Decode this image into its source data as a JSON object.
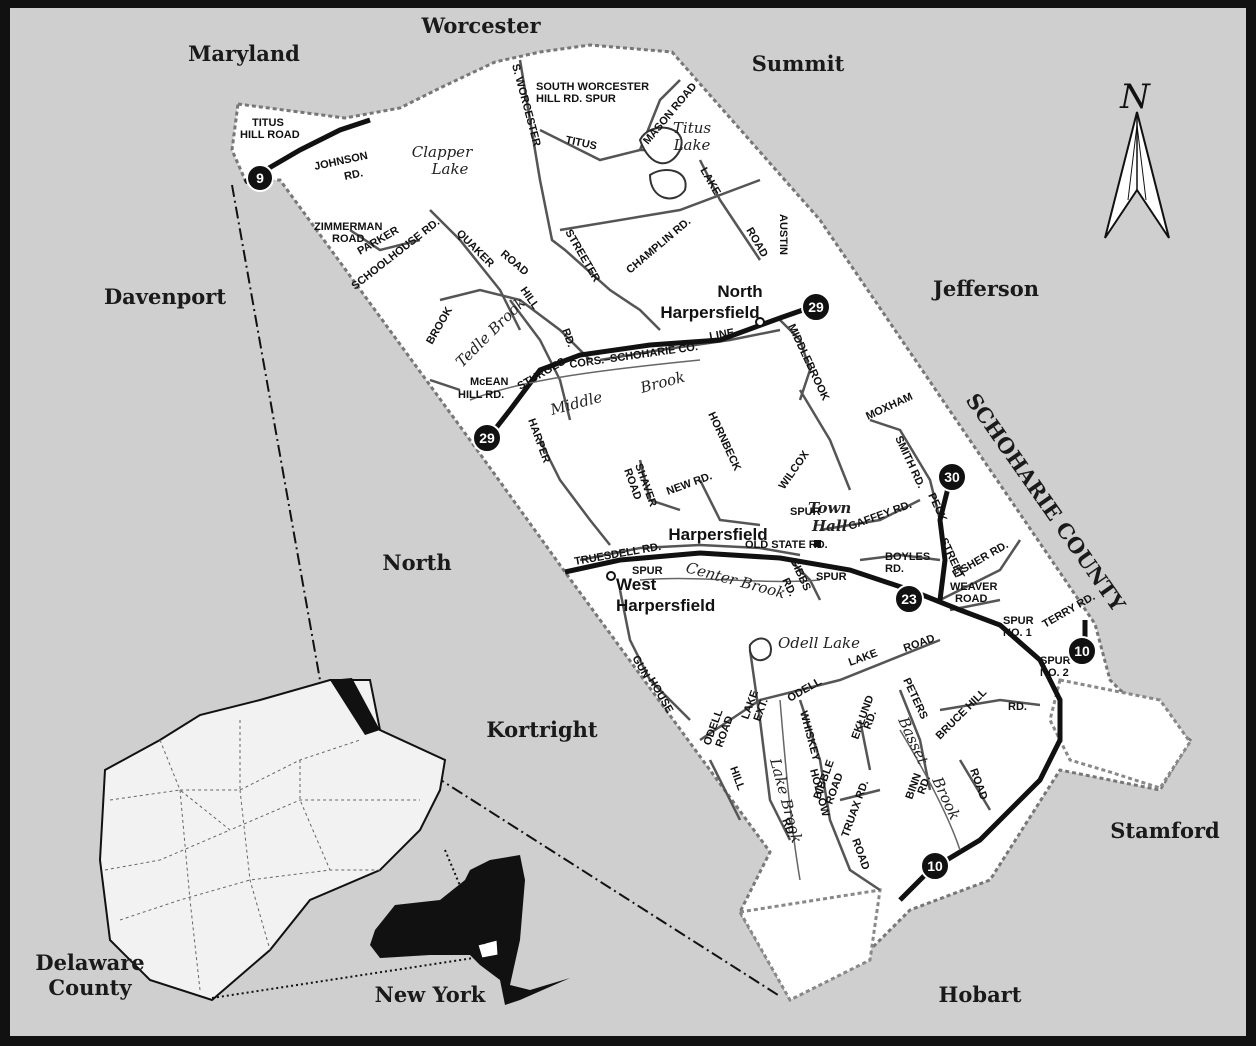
{
  "neighbors": [
    {
      "id": "maryland",
      "label": "Maryland"
    },
    {
      "id": "worcester",
      "label": "Worcester"
    },
    {
      "id": "summit",
      "label": "Summit"
    },
    {
      "id": "jefferson",
      "label": "Jefferson"
    },
    {
      "id": "davenport",
      "label": "Davenport"
    },
    {
      "id": "north",
      "label": "North"
    },
    {
      "id": "kortright",
      "label": "Kortright"
    },
    {
      "id": "stamford",
      "label": "Stamford"
    },
    {
      "id": "hobart",
      "label": "Hobart"
    }
  ],
  "county_label": "SCHOHARIE COUNTY",
  "hamlets": {
    "north_harpersfield": [
      "North",
      "Harpersfield"
    ],
    "harpersfield": "Harpersfield",
    "west_harpersfield": [
      "West",
      "Harpersfield"
    ],
    "town_hall": [
      "Town",
      "Hall"
    ]
  },
  "water": {
    "clapper_lake": [
      "Clapper",
      "Lake"
    ],
    "titus_lake": [
      "Titus",
      "Lake"
    ],
    "tedle_brook": "Tedle Brook",
    "middle_brook": [
      "Middle",
      "Brook"
    ],
    "center_brook": "Center Brook",
    "odell_lake": "Odell Lake",
    "lake_brook": "Lake Brook",
    "basset_brook": [
      "Basset",
      "Brook"
    ]
  },
  "roads": {
    "titus_hill_road": [
      "TITUS",
      "HILL ROAD"
    ],
    "johnson_rd": [
      "JOHNSON",
      "RD."
    ],
    "s_worcester_hill_rd": "S. WORCESTER",
    "hill": "HILL",
    "rd": "RD.",
    "south_worcester_hill_rd_spur": [
      "SOUTH WORCESTER",
      "HILL RD. SPUR"
    ],
    "titus": "TITUS",
    "mason_road": "MASON ROAD",
    "lake": "LAKE",
    "road": "ROAD",
    "austin": "AUSTIN",
    "zimmerman_road": [
      "ZIMMERMAN",
      "ROAD"
    ],
    "parker": "PARKER",
    "schoolhouse_rd": "SCHOOLHOUSE RD.",
    "quaker": "QUAKER",
    "streeter": "STREETER",
    "champlin_rd": "CHAMPLIN RD.",
    "brook": "BROOK",
    "hill_rd": [
      "HILL",
      "RD."
    ],
    "sturges_cors": "STURGES",
    "cors_schoharie_co_line": "CORS.–SCHOHARIE CO.",
    "line": "LINE",
    "middlebrook": "MIDDLEBROOK",
    "mcean_hill_rd": [
      "McEAN",
      "HILL RD."
    ],
    "harper": "HARPER",
    "hornbeck": "HORNBECK",
    "shaver_road": [
      "SHAVER",
      "ROAD"
    ],
    "new_rd": "NEW RD.",
    "wilcox": "WILCOX",
    "spur": "SPUR",
    "moxham": "MOXHAM",
    "smith_rd": "SMITH RD.",
    "gaffey_rd": "GAFFEY RD.",
    "peck": "PECK",
    "truesdell_rd": "TRUESDELL RD.",
    "old_state_rd": "OLD STATE RD.",
    "gibbs_rd": [
      "GIBBS",
      "RD."
    ],
    "boyles_rd": [
      "BOYLES",
      "RD."
    ],
    "street": "STREET",
    "fisher_rd": "FISHER RD.",
    "weaver_road": [
      "WEAVER",
      "ROAD"
    ],
    "spur_no1": [
      "SPUR",
      "NO. 1"
    ],
    "terry_rd": "TERRY RD.",
    "spur_no2": [
      "SPUR",
      "NO. 2"
    ],
    "gun_house": [
      "GUN",
      "HOUSE"
    ],
    "odell_lake_road_ext": [
      "ODELL",
      "LAKE",
      "ROAD",
      "EXT."
    ],
    "odell": "ODELL",
    "whiskey_hollow": [
      "WHISKEY",
      "HOLLOW"
    ],
    "eklund_rd": [
      "EKLUND",
      "RD."
    ],
    "peters": "PETERS",
    "bruce_hill_rd": "BRUCE HILL",
    "dibble_road": [
      "DIBBLE",
      "ROAD"
    ],
    "binn_rd": [
      "BINN",
      "RD."
    ],
    "truax_rd": "TRUAX RD."
  },
  "route_shields": [
    {
      "id": "route-9",
      "label": "9"
    },
    {
      "id": "route-29-north",
      "label": "29"
    },
    {
      "id": "route-29-west",
      "label": "29"
    },
    {
      "id": "route-30",
      "label": "30"
    },
    {
      "id": "route-23",
      "label": "23"
    },
    {
      "id": "route-10-spur",
      "label": "10"
    },
    {
      "id": "route-10-south",
      "label": "10"
    }
  ],
  "compass": {
    "label": "N",
    "icon": "north-arrow-icon"
  },
  "inset": {
    "county_label": [
      "Delaware",
      "County"
    ],
    "state_label": "New York"
  },
  "colors": {
    "background": "#cfcfcf",
    "town_fill": "#ffffff",
    "ink": "#111111"
  }
}
